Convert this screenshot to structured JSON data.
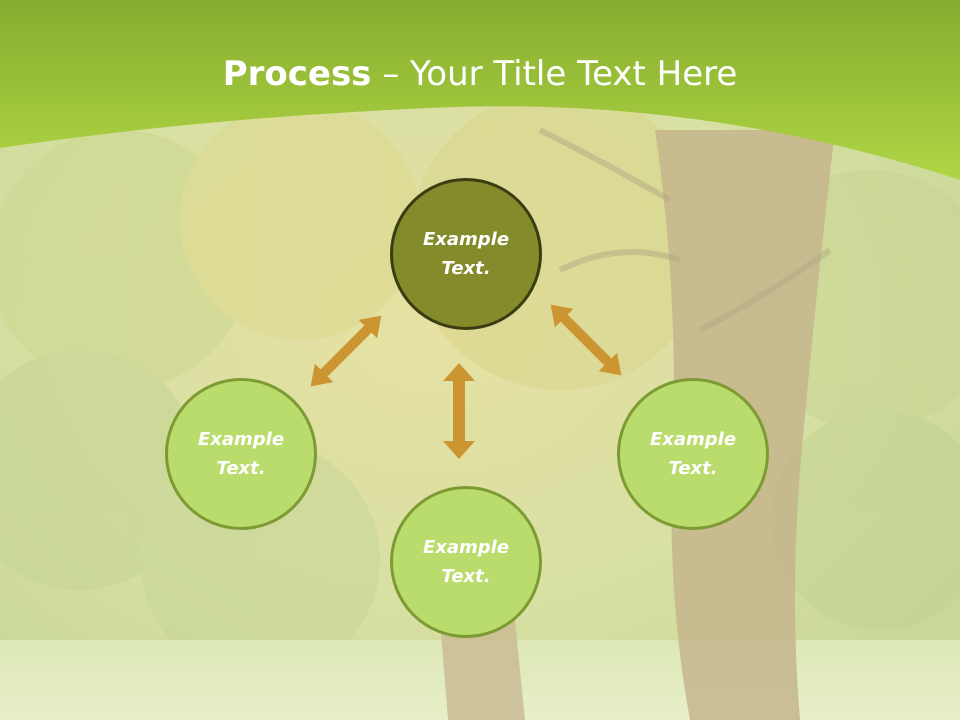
{
  "title": {
    "strong": "Process",
    "rest": " – Your Title Text Here"
  },
  "nodes": {
    "top": {
      "line1": "Example",
      "line2": "Text."
    },
    "left": {
      "line1": "Example",
      "line2": "Text."
    },
    "right": {
      "line1": "Example",
      "line2": "Text."
    },
    "bottom": {
      "line1": "Example",
      "line2": "Text."
    }
  },
  "colors": {
    "header_green": "#a6d13c",
    "node_dark": "#838b2a",
    "node_light": "#b9dc6c",
    "arrow": "#cb9632"
  }
}
